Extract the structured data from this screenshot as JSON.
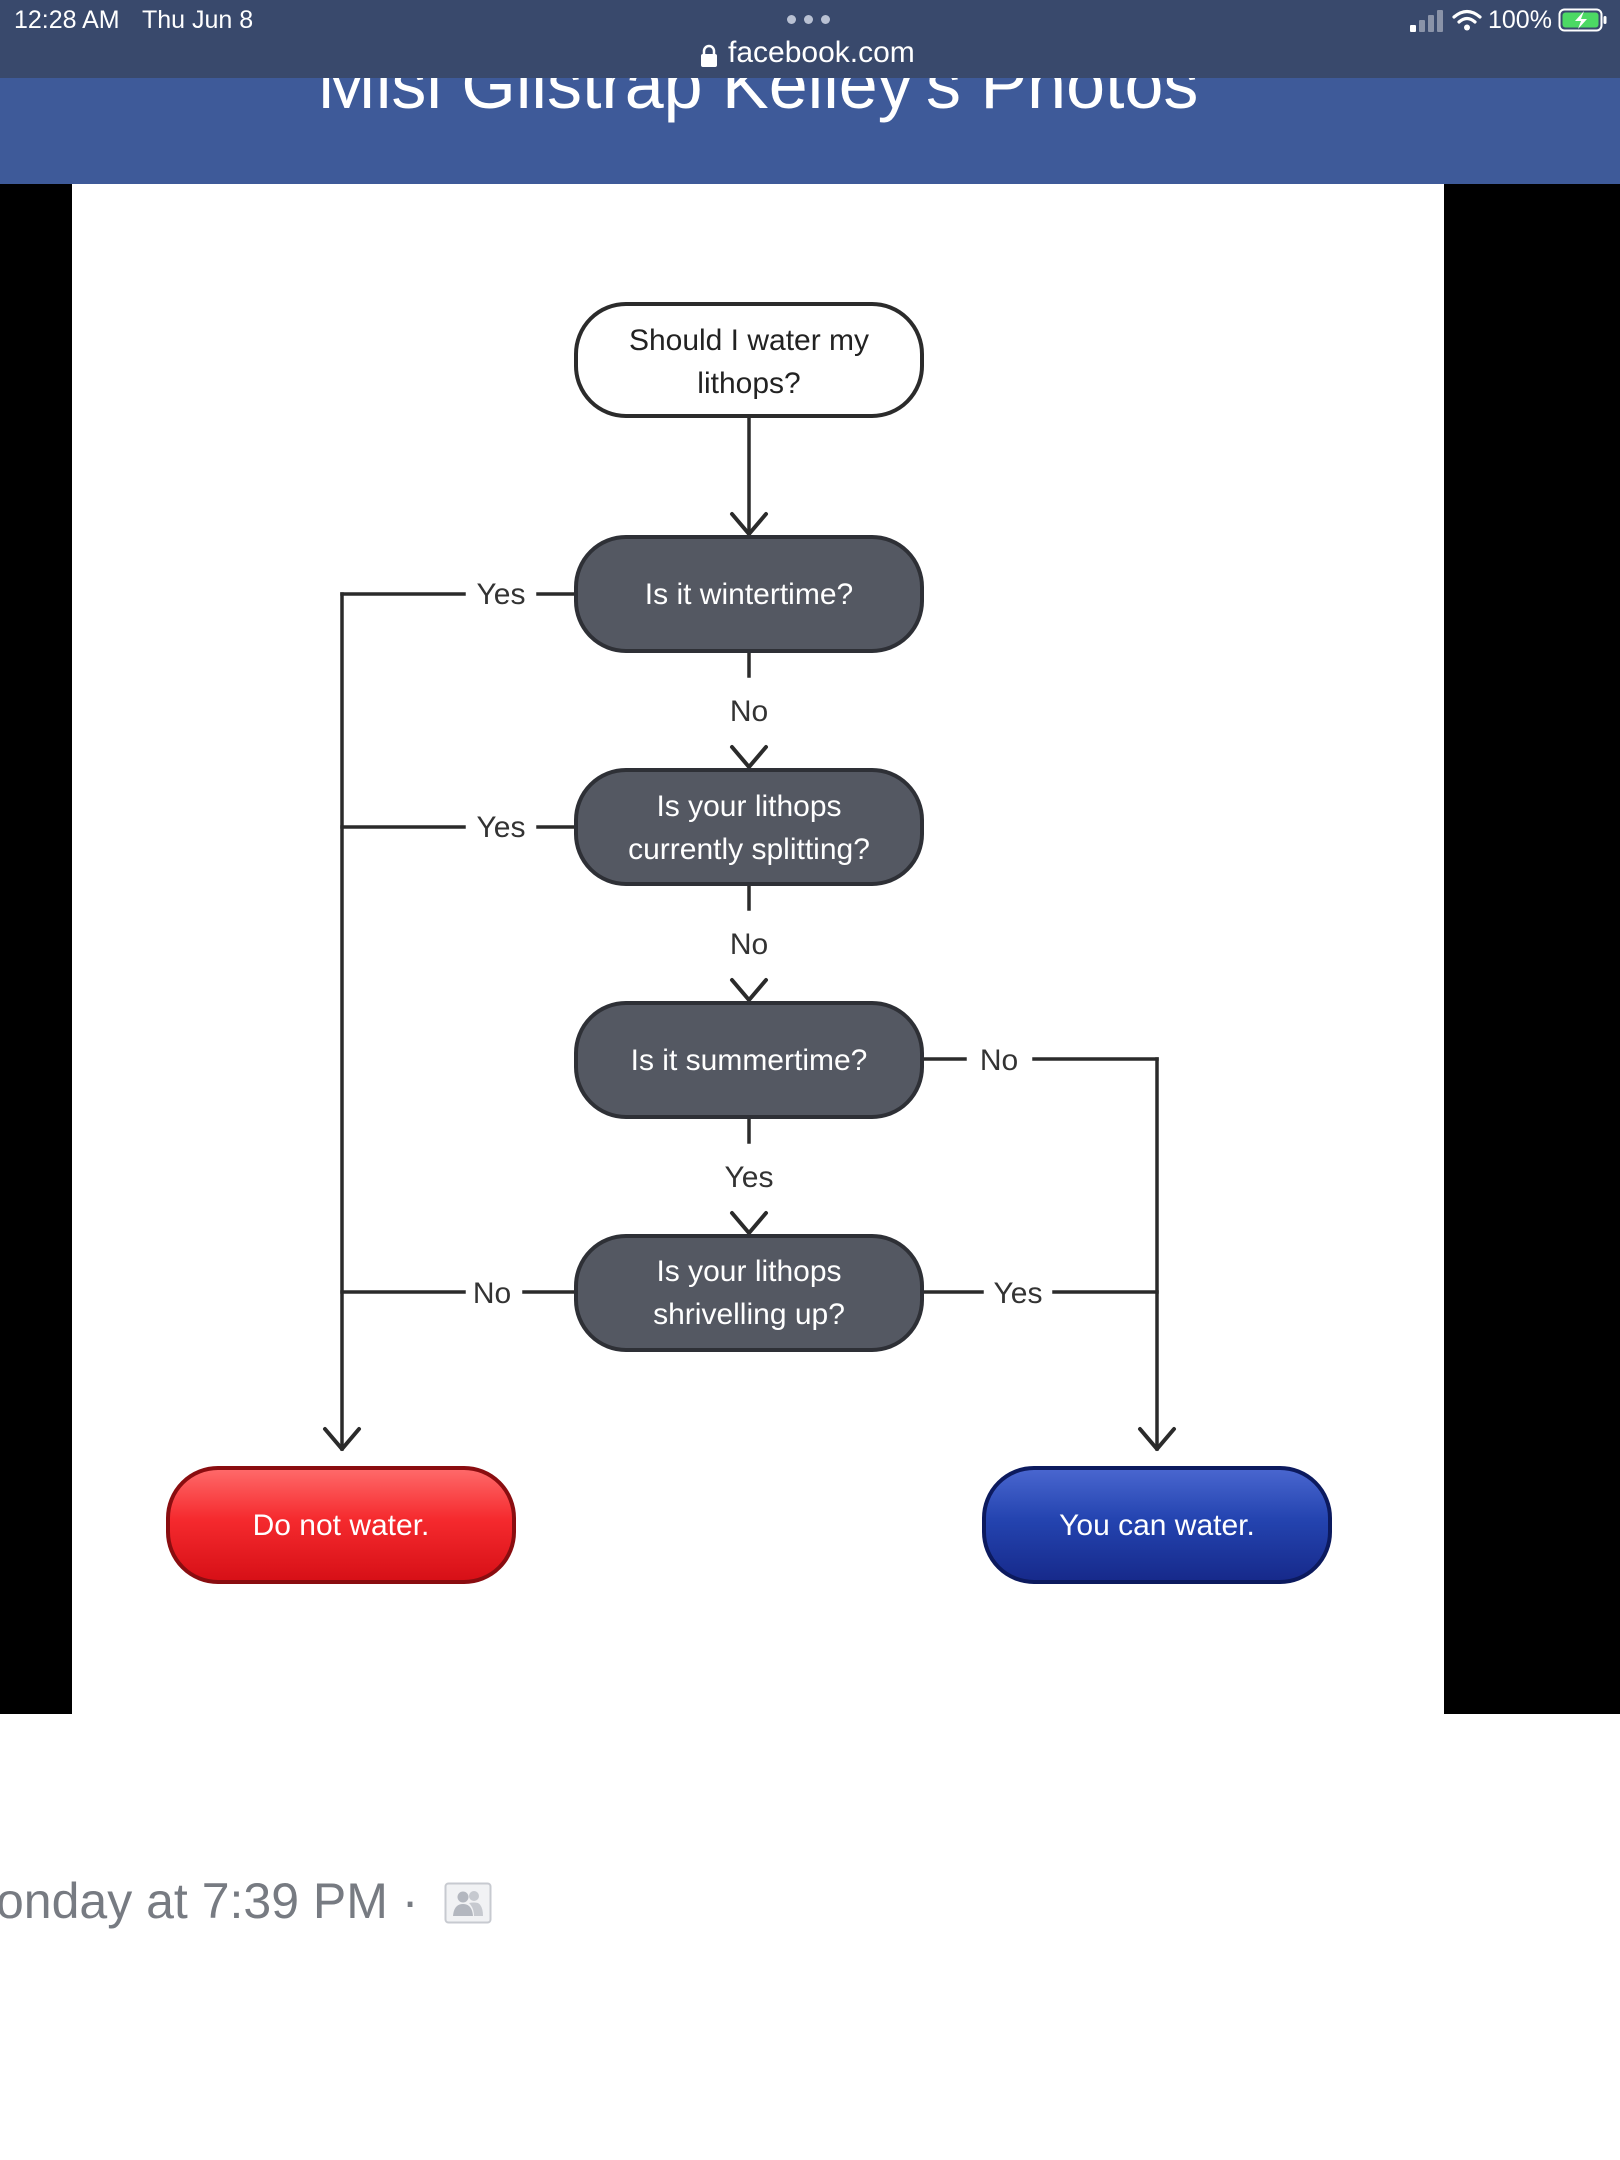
{
  "status_bar": {
    "time": "12:28 AM",
    "date": "Thu Jun 8",
    "battery_percent": "100%",
    "icons": [
      "signal-icon",
      "wifi-icon",
      "battery-charging-icon"
    ]
  },
  "browser": {
    "url": "facebook.com",
    "icons": [
      "more-dots-icon",
      "lock-icon"
    ]
  },
  "header": {
    "album_title": "Misi Gilstrap Kelley's Photos"
  },
  "flowchart": {
    "start": [
      "Should I water my",
      "lithops?"
    ],
    "q1": [
      "Is it wintertime?"
    ],
    "q2": [
      "Is your  lithops",
      "currently splitting?"
    ],
    "q3": [
      "Is it summertime?"
    ],
    "q4": [
      "Is your lithops",
      "shrivelling up?"
    ],
    "end_no": "Do not water.",
    "end_yes": "You can water.",
    "labels": {
      "q1_left": "Yes",
      "q1_down": "No",
      "q2_left": "Yes",
      "q2_down": "No",
      "q3_right": "No",
      "q3_down": "Yes",
      "q4_left": "No",
      "q4_right": "Yes"
    },
    "colors": {
      "question_fill": "#545862",
      "stop_fill": "#f3272b",
      "go_fill": "#1e3da4"
    }
  },
  "post": {
    "timestamp": "onday at 7:39 PM ·",
    "audience_icon": "friends-icon"
  }
}
